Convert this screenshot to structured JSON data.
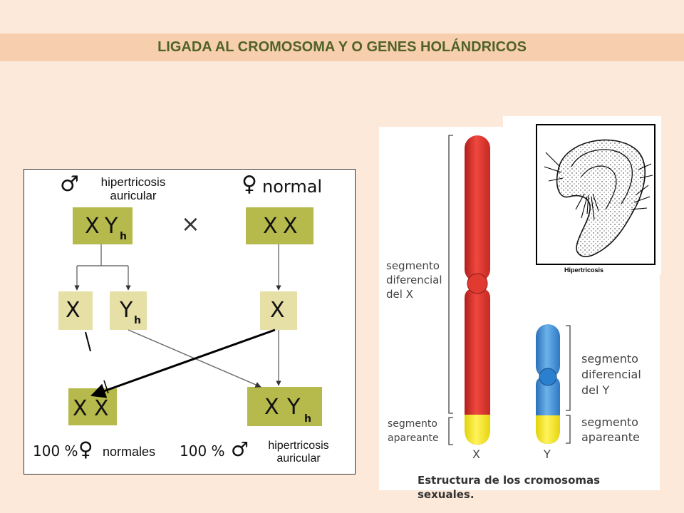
{
  "slide": {
    "title": "LIGADA AL CROMOSOMA Y O GENES HOLÁNDRICOS"
  },
  "cross": {
    "male_symbol": "♂",
    "female_symbol": "♀",
    "cross_symbol": "×",
    "male_parent_label": "hipertricosis auricular",
    "female_parent_label": "normal",
    "male_genotype": {
      "x": "X",
      "y": "Y",
      "y_sub": "h"
    },
    "female_genotype": {
      "x1": "X",
      "x2": "X"
    },
    "gametes": {
      "x": "X",
      "y": "Y",
      "y_sub": "h",
      "female_x": "X"
    },
    "offspring_female": {
      "x1": "X",
      "x2": "X"
    },
    "offspring_male": {
      "x": "X",
      "y": "Y",
      "y_sub": "h"
    },
    "summary_female_pct": "100 %",
    "summary_female_label": "normales",
    "summary_male_pct": "100 %",
    "summary_male_label": "hipertricosis auricular"
  },
  "chromosomes": {
    "x_diff_label": "segmento diferencial del X",
    "x_pair_label": "segmento apareante",
    "y_diff_label": "segmento diferencial del Y",
    "y_pair_label": "segmento apareante",
    "x_letter": "X",
    "y_letter": "Y",
    "caption": "Estructura de los cromosomas sexuales.",
    "colors": {
      "x_chrom": "#e03a31",
      "y_chrom": "#3b8fd6",
      "pairing": "#f5ea1a"
    }
  },
  "ear": {
    "caption": "Hipertricosis"
  }
}
